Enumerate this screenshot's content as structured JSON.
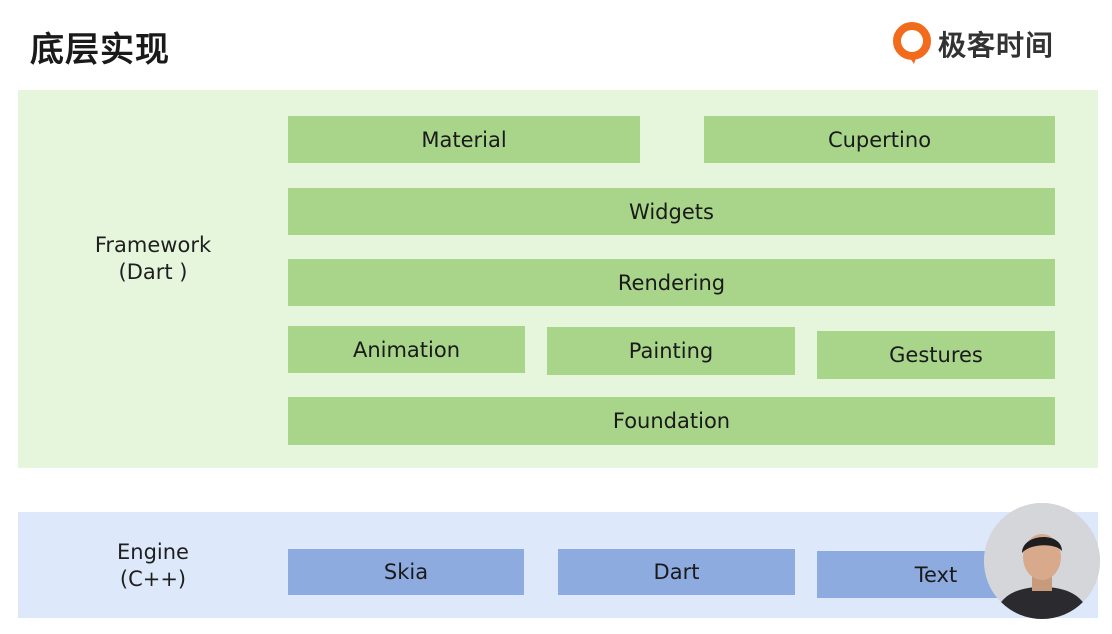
{
  "header": {
    "title": "底层实现",
    "logo_text": "极客时间",
    "logo_icon": "geektime-logo-icon"
  },
  "framework": {
    "label_line1": "Framework",
    "label_line2": "(Dart )",
    "layers": {
      "material": "Material",
      "cupertino": "Cupertino",
      "widgets": "Widgets",
      "rendering": "Rendering",
      "animation": "Animation",
      "painting": "Painting",
      "gestures": "Gestures",
      "foundation": "Foundation"
    }
  },
  "engine": {
    "label_line1": "Engine",
    "label_line2": "(C++)",
    "layers": {
      "skia": "Skia",
      "dart": "Dart",
      "text": "Text"
    }
  },
  "colors": {
    "framework_bg": "#e6f6dc",
    "framework_box": "#a8d58a",
    "engine_bg": "#dde9fa",
    "engine_box": "#8eabe0",
    "logo_orange": "#f26b1d"
  }
}
